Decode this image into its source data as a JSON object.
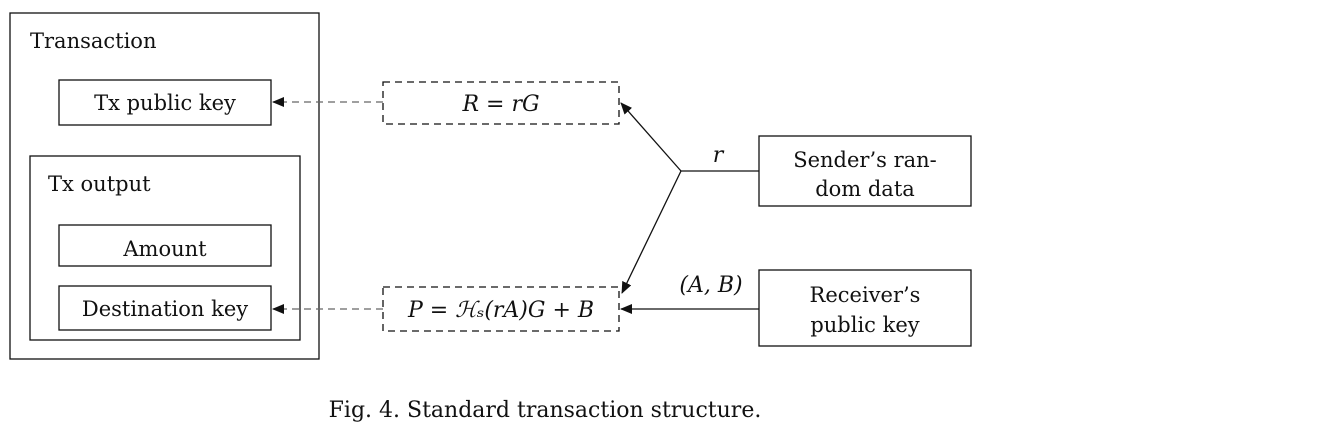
{
  "transaction": {
    "title": "Transaction",
    "tx_public_key": "Tx public key",
    "tx_output": {
      "title": "Tx output",
      "amount": "Amount",
      "destination_key": "Destination key"
    }
  },
  "formulas": {
    "r_eq": "R = rG",
    "p_eq": "P = ℋₛ(rA)G + B"
  },
  "sender": {
    "line1": "Sender’s ran-",
    "line2": "dom data",
    "edge_label": "r"
  },
  "receiver": {
    "line1": "Receiver’s",
    "line2": "public key",
    "edge_label": "(A, B)"
  },
  "caption": "Fig. 4. Standard transaction structure."
}
